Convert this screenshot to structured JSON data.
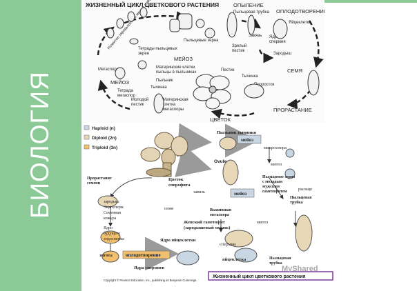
{
  "side_title": "БИОЛОГИЯ",
  "top_diagram": {
    "title": "ЖИЗНЕННЫЙ ЦИКЛ ЦВЕТКОВОГО РАСТЕНИЯ",
    "labels": {
      "pollination": "ОПЫЛЕНИЕ",
      "fertilization": "ОПЛОДОТВОРЕНИЕ",
      "pollen_tube": "Пыльцевая трубка",
      "egg_cell": "Яйцеклетка",
      "pollen_grains": "Пыльцевые зерна",
      "ovary": "Завязь",
      "sperm_nucleus_1": "Ядро",
      "sperm_nucleus_2": "спермия",
      "mature_pistil_1": "Зрелый",
      "mature_pistil_2": "пестик",
      "embryo": "Зародыш",
      "pollen_tetrads_1": "Тетрады пыльцевых",
      "pollen_tetrads_2": "зерен",
      "meiosis": "МЕЙОЗ",
      "pollen_mother_cells_1": "Материнские клетки",
      "pollen_mother_cells_2": "пыльцы в пыльниках",
      "pistil": "Пестик",
      "stamen": "Тычинка",
      "seed": "СЕМЯ",
      "megaspore": "Мегаспора",
      "anther": "Пыльник",
      "meiosis_2": "МЕЙОЗ",
      "stamen_2": "Тычинка",
      "megaspore_tetrad_1": "Тетрада",
      "megaspore_tetrad_2": "мегаспор",
      "young_pistil_1": "Молодой",
      "young_pistil_2": "пестик",
      "megaspore_mother_cell_1": "Материнская",
      "megaspore_mother_cell_2": "клетка",
      "megaspore_mother_cell_3": "мегаспоры",
      "sprout": "Проросток",
      "germination": "ПРОРАСТАНИЕ",
      "flower": "ЦВЕТОК",
      "embryo_sac": "Развитие зародышевого мешка с яйцеклеткой"
    }
  },
  "bottom_diagram": {
    "legend": [
      {
        "label": "Haploid (n)",
        "color": "#c9d6e3"
      },
      {
        "label": "Diploid (2n)",
        "color": "#e8d8b8"
      },
      {
        "label": "Triploid (3n)",
        "color": "#f0c070"
      }
    ],
    "labels": {
      "anther_stamen": "Пыльник тычинки",
      "meiosis_top": "мейоз",
      "microspore": "микроспора",
      "mitosis_1": "митоз",
      "ovule": "Ovule",
      "pollen_grain_1": "Пыльцевое зерно",
      "pollen_grain_2": "с молодым",
      "pollen_grain_3": "мужским",
      "pollen_grain_4": "гаметофитом",
      "stigma": "рыльце",
      "pollen_tube_1": "Пыльцевая",
      "pollen_tube_2": "трубка",
      "germ_seed_1": "Прорастание",
      "germ_seed_2": "семени",
      "flower_sporophyte_1": "Цветок",
      "flower_sporophyte_2": "спорофита",
      "ovary": "завязь",
      "meiosis_mid": "мейоз",
      "embryo": "зародыш",
      "endosperm": "Эндосперм",
      "seed_coat_1": "Семенная",
      "seed_coat_2": "кожура",
      "seed": "семя",
      "surviving_megaspore_1": "Выжившая",
      "surviving_megaspore_2": "мегаспора",
      "mitosis_2": "митоз",
      "female_gametophyte_1": "Женский гаметофит",
      "female_gametophyte_2": "(зародышевый мешок)",
      "future_endosperm_nucleus_1": "Ядро",
      "future_endosperm_nucleus_2": "будущего",
      "future_endosperm_nucleus_3": "эндосперма",
      "egg_nucleus": "Ядро яйцеклетки",
      "sperm": "спермии",
      "zygote": "зигота",
      "fertilization": "оплодотворение",
      "egg_cell": "яйцеклетка",
      "pollen_tube_bottom_1": "Пыльцевая",
      "pollen_tube_bottom_2": "трубка",
      "sperm_nuclei": "Ядра спермиев",
      "copyright": "Copyright © Pearson Education, Inc., publishing as Benjamin Cummings.",
      "caption": "Жизненный цикл цветкового растения"
    }
  },
  "watermark": "MyShared"
}
